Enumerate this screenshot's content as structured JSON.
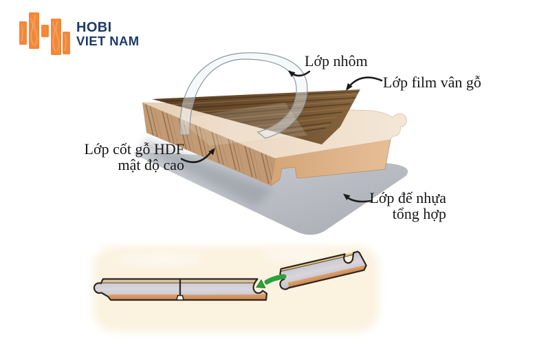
{
  "logo": {
    "brand_line1": "HOBI",
    "brand_line2": "VIET NAM",
    "icon": "wood-planks-h-monogram",
    "orange": "#F2883A",
    "navy": "#1D3A6B"
  },
  "diagram": {
    "title_visible": false,
    "labels": {
      "aluminum": "Lớp nhôm",
      "film": "Lớp film vân gỗ",
      "core_line1": "Lớp cốt gỗ HDF",
      "core_line2": "mật độ cao",
      "base_line1": "Lớp đế nhựa",
      "base_line2": "tổng hợp"
    },
    "layers": [
      {
        "name": "aluminum-film",
        "label": "Lớp nhôm",
        "color": "#E8F1F5"
      },
      {
        "name": "wood-grain-film",
        "label": "Lớp film vân gỗ",
        "color": "#6B4A2C"
      },
      {
        "name": "hdf-core",
        "label": "Lớp cốt gỗ HDF mật độ cao",
        "color": "#EDD9C2"
      },
      {
        "name": "plastic-base",
        "label": "Lớp đế nhựa tổng hợp",
        "color": "#BCBEC4"
      }
    ]
  },
  "installation": {
    "panel_color": "#FBF2E0",
    "insert_arrow_color": "#2DA03C",
    "plank_colors": {
      "body": "#CBC9CF",
      "underlay": "#D99B6E",
      "top_strip": "#D9C387",
      "outline": "#32251A"
    }
  }
}
